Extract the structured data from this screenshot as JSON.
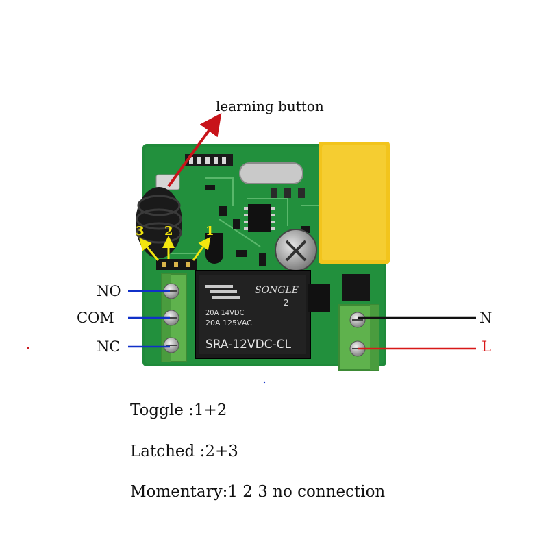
{
  "callout": {
    "learning_button": "learning button"
  },
  "jumpers": {
    "pin3": "3",
    "pin2": "2",
    "pin1": "1"
  },
  "terminals": {
    "no": "NO",
    "com": "COM",
    "nc": "NC",
    "n": "N",
    "l": "L"
  },
  "relay": {
    "brand": "SONGLE",
    "rating1": "20A 14VDC",
    "rating2": "20A 125VAC",
    "model": "SRA-12VDC-CL",
    "mark": "2"
  },
  "modes": {
    "toggle": "Toggle :1+2",
    "latched": "Latched :2+3",
    "momentary": "Momentary:1 2 3 no connection"
  },
  "colors": {
    "pcb": "#1f8a3a",
    "terminal": "#5fb24d",
    "capacitor": "#f2c41c",
    "wire_blue": "#1030c8",
    "wire_black": "#111111",
    "wire_red": "#d81818",
    "arrow_red": "#c8141a",
    "arrow_yellow": "#f3e60f"
  }
}
